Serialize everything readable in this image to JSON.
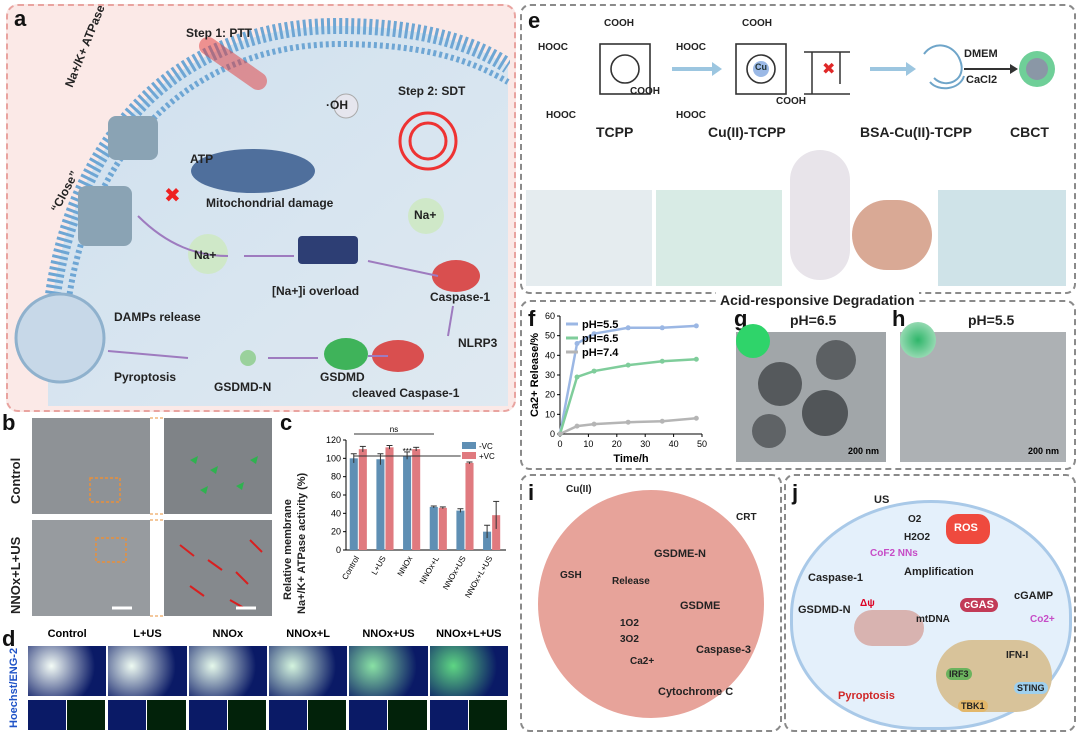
{
  "panels": {
    "a": {
      "letter": "a",
      "step1": "Step 1: PTT",
      "step2": "Step 2: SDT",
      "atpase": "Na+/K+ ATPase",
      "close": "“Close”",
      "atp": "ATP",
      "mito": "Mitochondrial damage",
      "oh": "·OH",
      "na": "Na+",
      "overload": "[Na+]i overload",
      "caspase1": "Caspase-1",
      "damps": "DAMPs release",
      "pyroptosis": "Pyroptosis",
      "gsdmdn": "GSDMD-N",
      "gsdmd": "GSDMD",
      "cleaved": "cleaved Caspase-1",
      "nlrp3": "NLRP3"
    },
    "b": {
      "letter": "b",
      "row1": "Control",
      "row2": "NNOx+L+US"
    },
    "c": {
      "letter": "c",
      "ylabel1": "Relative membrane",
      "ylabel2": "Na+/K+ ATPase activity (%)",
      "sig_ns": "ns",
      "sig_star": "***"
    },
    "d": {
      "letter": "d",
      "ylabel": "Hoechst/ENG-2",
      "columns": [
        "Control",
        "L+US",
        "NNOx",
        "NNOx+L",
        "NNOx+US",
        "NNOx+L+US"
      ]
    },
    "e": {
      "letter": "e",
      "tcpp": "TCPP",
      "cutcpp": "Cu(II)-TCPP",
      "bsa": "BSA-Cu(II)-TCPP",
      "cbct": "CBCT",
      "dmem": "DMEM",
      "cacl2": "CaCl2",
      "cooh": "COOH",
      "hooc": "HOOC",
      "cu": "Cu"
    },
    "acid_title": "Acid-responsive Degradation",
    "f": {
      "letter": "f"
    },
    "g": {
      "letter": "g",
      "title": "pH=6.5",
      "scale": "200 nm"
    },
    "h": {
      "letter": "h",
      "title": "pH=5.5",
      "scale": "200 nm"
    },
    "i": {
      "letter": "i",
      "cu": "Cu(II)",
      "crt": "CRT",
      "gsh": "GSH",
      "release": "Release",
      "gsdmen": "GSDME-N",
      "gsdme": "GSDME",
      "caspase3": "Caspase-3",
      "cytc": "Cytochrome C",
      "ca": "Ca2+",
      "o2a": "1O2",
      "o2b": "3O2"
    },
    "j": {
      "letter": "j",
      "us": "US",
      "o2": "O2",
      "h2o2": "H2O2",
      "ros": "ROS",
      "conps": "CoF2 NNs",
      "amp": "Amplification",
      "casp": "Caspase-1",
      "gsdmdn": "GSDMD-N",
      "cgas": "cGAS",
      "cgamp": "cGAMP",
      "co": "Co2+",
      "mtdna": "mtDNA",
      "delta": "Δψ",
      "ifn": "IFN-I",
      "irf3": "IRF3",
      "sting": "STING",
      "tbk1": "TBK1",
      "pyro": "Pyroptosis"
    }
  },
  "chart_data": [
    {
      "type": "bar",
      "title": "",
      "ylabel": "Relative membrane Na+/K+ ATPase activity (%)",
      "categories": [
        "Control",
        "L+US",
        "NNOx",
        "NNOx+L",
        "NNOx+US",
        "NNOx+L+US"
      ],
      "ylim": [
        0,
        120
      ],
      "yticks": [
        0,
        20,
        40,
        60,
        80,
        100,
        120
      ],
      "legend": "top-right",
      "series": [
        {
          "name": "-VC",
          "values": [
            100,
            99,
            103,
            47,
            43,
            20
          ],
          "errors": [
            5,
            6,
            4,
            1,
            2,
            7
          ],
          "color": "#5f8fb4"
        },
        {
          "name": "+VC",
          "values": [
            110,
            112,
            110,
            46,
            95,
            38
          ],
          "errors": [
            3,
            2,
            2,
            1,
            1,
            15
          ],
          "color": "#e07a7f"
        }
      ]
    },
    {
      "type": "line",
      "title": "",
      "xlabel": "Time/h",
      "ylabel": "Ca2+ Release/%",
      "xlim": [
        0,
        50
      ],
      "ylim": [
        0,
        60
      ],
      "xticks": [
        0,
        10,
        20,
        30,
        40,
        50
      ],
      "yticks": [
        0,
        10,
        20,
        30,
        40,
        50,
        60
      ],
      "legend": "top-left",
      "series": [
        {
          "name": "pH=5.5",
          "x": [
            0,
            6,
            12,
            24,
            36,
            48
          ],
          "y": [
            0,
            46,
            51,
            54,
            54,
            55
          ],
          "color": "#9bb7e4"
        },
        {
          "name": "pH=6.5",
          "x": [
            0,
            6,
            12,
            24,
            36,
            48
          ],
          "y": [
            0,
            29,
            32,
            35,
            37,
            38
          ],
          "color": "#7fcd9b"
        },
        {
          "name": "pH=7.4",
          "x": [
            0,
            6,
            12,
            24,
            36,
            48
          ],
          "y": [
            0,
            4,
            5,
            6,
            6.5,
            8
          ],
          "color": "#b5b5b5"
        }
      ]
    }
  ]
}
